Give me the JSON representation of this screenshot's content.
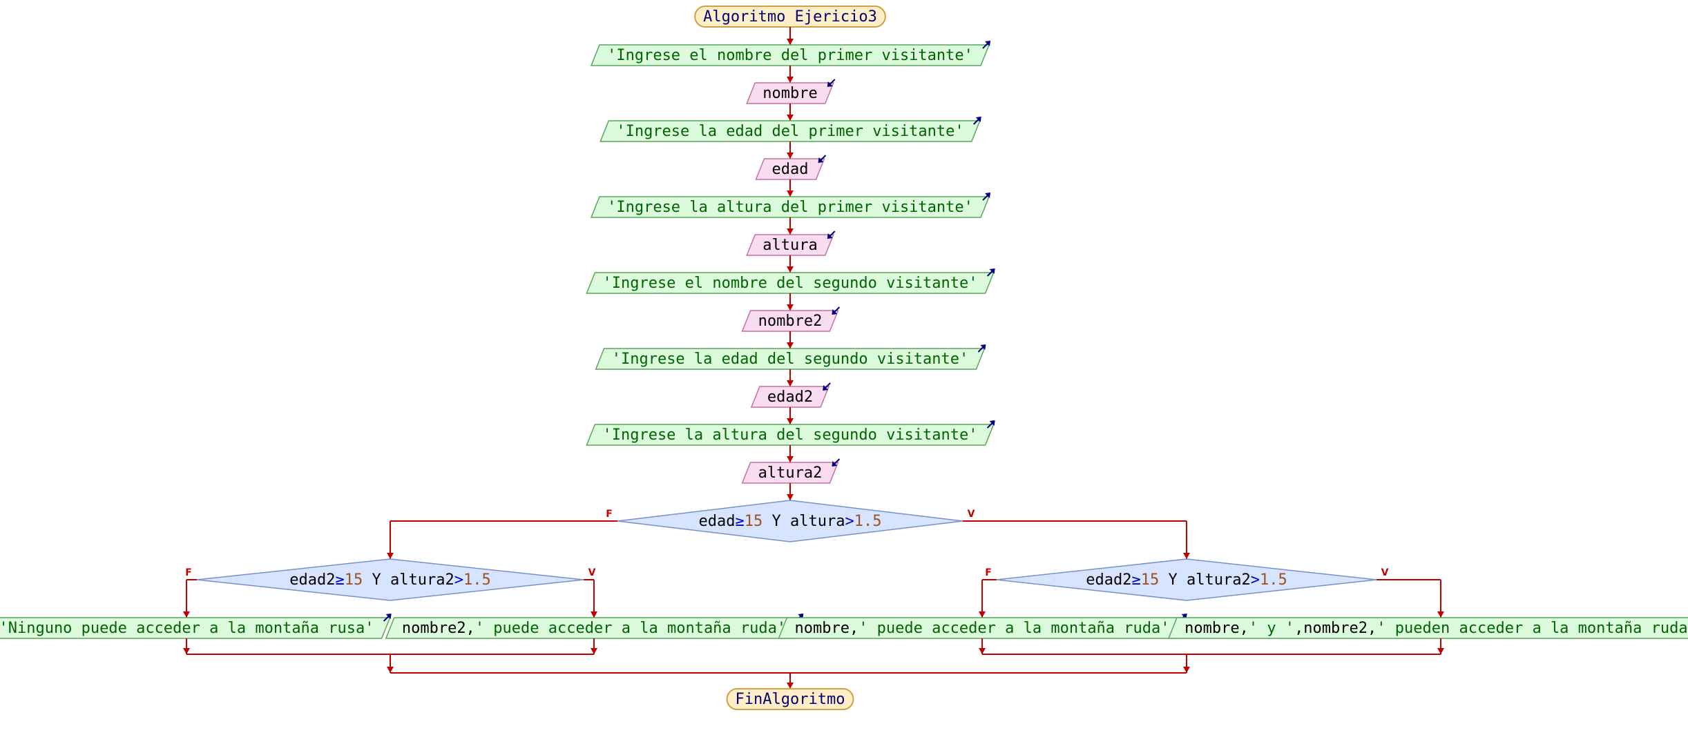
{
  "colors": {
    "line": "#c00000",
    "terminal_fill": "#ffeec8",
    "terminal_stroke": "#d2a040",
    "output_fill": "#dcfadc",
    "output_stroke": "#5aa55a",
    "input_fill": "#fadcf0",
    "input_stroke": "#c86ea0",
    "decision_fill": "#d6e4ff",
    "decision_stroke": "#7890c8",
    "text_terminal": "#00006e",
    "text_string": "#006400",
    "text_plain": "#000000",
    "text_operator": "#0000c8",
    "text_number": "#a0501e",
    "arrow_icon": "#000080",
    "branch_label": "#c00000"
  },
  "flowchart": {
    "start": "Algoritmo Ejericio3",
    "steps": [
      {
        "type": "output",
        "parts": [
          {
            "t": "'Ingrese el nombre del primer visitante'",
            "k": "string"
          }
        ]
      },
      {
        "type": "input",
        "parts": [
          {
            "t": "nombre",
            "k": "plain"
          }
        ]
      },
      {
        "type": "output",
        "parts": [
          {
            "t": "'Ingrese la edad del primer visitante'",
            "k": "string"
          }
        ]
      },
      {
        "type": "input",
        "parts": [
          {
            "t": "edad",
            "k": "plain"
          }
        ]
      },
      {
        "type": "output",
        "parts": [
          {
            "t": "'Ingrese la altura del primer visitante'",
            "k": "string"
          }
        ]
      },
      {
        "type": "input",
        "parts": [
          {
            "t": "altura",
            "k": "plain"
          }
        ]
      },
      {
        "type": "output",
        "parts": [
          {
            "t": "'Ingrese el nombre del segundo visitante'",
            "k": "string"
          }
        ]
      },
      {
        "type": "input",
        "parts": [
          {
            "t": "nombre2",
            "k": "plain"
          }
        ]
      },
      {
        "type": "output",
        "parts": [
          {
            "t": "'Ingrese la edad del segundo visitante'",
            "k": "string"
          }
        ]
      },
      {
        "type": "input",
        "parts": [
          {
            "t": "edad2",
            "k": "plain"
          }
        ]
      },
      {
        "type": "output",
        "parts": [
          {
            "t": "'Ingrese la altura del segundo visitante'",
            "k": "string"
          }
        ]
      },
      {
        "type": "input",
        "parts": [
          {
            "t": "altura2",
            "k": "plain"
          }
        ]
      }
    ],
    "decision_main": {
      "parts": [
        {
          "t": "edad",
          "k": "plain"
        },
        {
          "t": "≥",
          "k": "op"
        },
        {
          "t": "15",
          "k": "num"
        },
        {
          "t": " Y altura",
          "k": "plain"
        },
        {
          "t": ">",
          "k": "op"
        },
        {
          "t": "1.5",
          "k": "num"
        }
      ],
      "false_label": "F",
      "true_label": "V"
    },
    "decision_left": {
      "parts": [
        {
          "t": "edad2",
          "k": "plain"
        },
        {
          "t": "≥",
          "k": "op"
        },
        {
          "t": "15",
          "k": "num"
        },
        {
          "t": " Y altura2",
          "k": "plain"
        },
        {
          "t": ">",
          "k": "op"
        },
        {
          "t": "1.5",
          "k": "num"
        }
      ],
      "false_label": "F",
      "true_label": "V",
      "false_output": [
        {
          "t": "'Ninguno puede acceder a la montaña rusa'",
          "k": "string"
        }
      ],
      "true_output": [
        {
          "t": "nombre2,",
          "k": "plain"
        },
        {
          "t": "' puede acceder a la montaña ruda'",
          "k": "string"
        }
      ]
    },
    "decision_right": {
      "parts": [
        {
          "t": "edad2",
          "k": "plain"
        },
        {
          "t": "≥",
          "k": "op"
        },
        {
          "t": "15",
          "k": "num"
        },
        {
          "t": " Y altura2",
          "k": "plain"
        },
        {
          "t": ">",
          "k": "op"
        },
        {
          "t": "1.5",
          "k": "num"
        }
      ],
      "false_label": "F",
      "true_label": "V",
      "false_output": [
        {
          "t": "nombre,",
          "k": "plain"
        },
        {
          "t": "' puede acceder a la montaña ruda'",
          "k": "string"
        }
      ],
      "true_output": [
        {
          "t": "nombre,",
          "k": "plain"
        },
        {
          "t": "' y '",
          "k": "string"
        },
        {
          "t": ",nombre2,",
          "k": "plain"
        },
        {
          "t": "' pueden acceder a la montaña ruda'",
          "k": "string"
        }
      ]
    },
    "end": "FinAlgoritmo"
  }
}
